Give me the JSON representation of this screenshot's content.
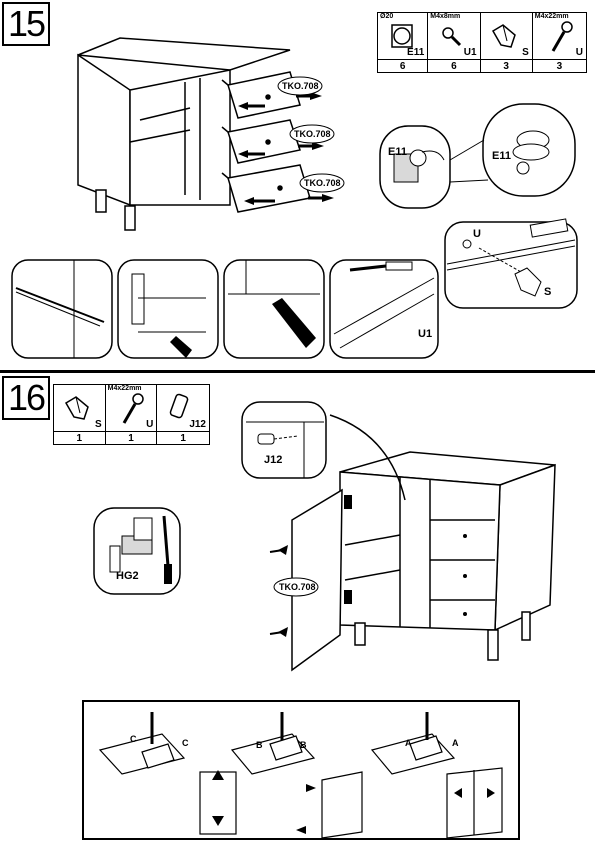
{
  "step15": {
    "number": "15",
    "parts": [
      {
        "spec": "Ø20",
        "code": "E11",
        "qty": "6"
      },
      {
        "spec": "M4x8mm",
        "code": "U1",
        "qty": "6"
      },
      {
        "spec": "",
        "code": "S",
        "qty": "3"
      },
      {
        "spec": "M4x22mm",
        "code": "U",
        "qty": "3"
      }
    ],
    "drawer_labels": [
      "TKO.708",
      "TKO.708",
      "TKO.708"
    ],
    "detail_labels": {
      "cap_left": "E11",
      "cap_right": "E11",
      "screw_u": "U",
      "knob_s": "S",
      "screw_u1": "U1"
    }
  },
  "step16": {
    "number": "16",
    "parts": [
      {
        "spec": "",
        "code": "S",
        "qty": "1"
      },
      {
        "spec": "M4x22mm",
        "code": "U",
        "qty": "1"
      },
      {
        "spec": "",
        "code": "J12",
        "qty": "1"
      }
    ],
    "door_label": "TKO.708",
    "detail_labels": {
      "dowel": "J12",
      "hinge": "HG2"
    },
    "hinge_marks": [
      "C",
      "C",
      "B",
      "B",
      "A",
      "A"
    ]
  },
  "colors": {
    "ink": "#000000",
    "paper": "#ffffff",
    "shade": "#d9d9d9"
  }
}
